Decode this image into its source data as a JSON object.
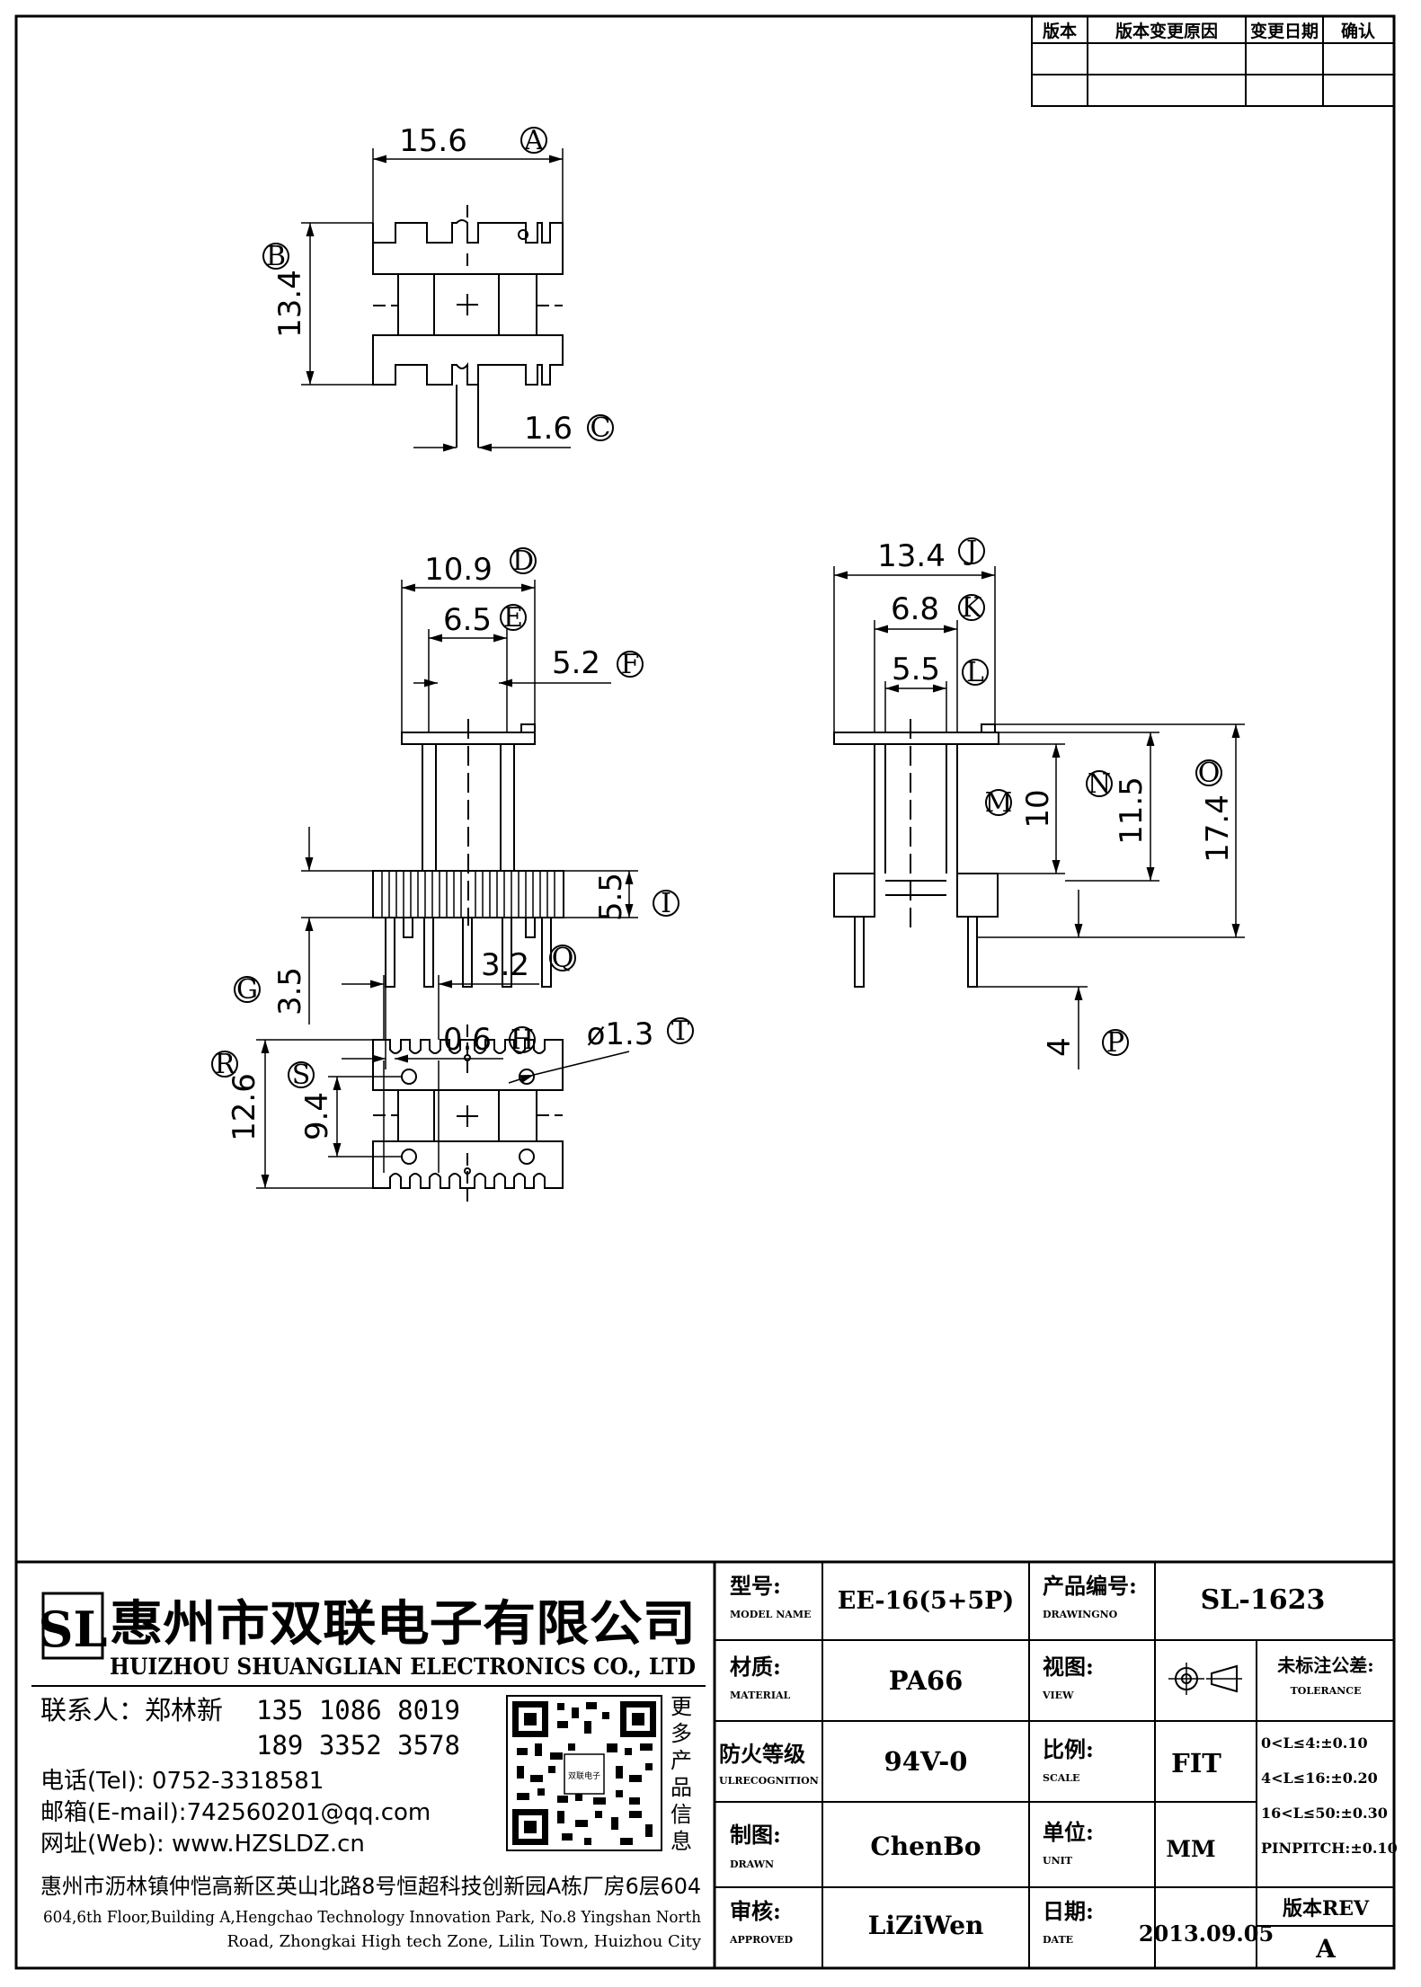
{
  "revision_table": {
    "headers": [
      "版本",
      "版本变更原因",
      "变更日期",
      "确认"
    ]
  },
  "dimensions": {
    "A": {
      "value": "15.6",
      "letter": "A"
    },
    "B": {
      "value": "13.4",
      "letter": "B"
    },
    "C": {
      "value": "1.6",
      "letter": "C"
    },
    "D": {
      "value": "10.9",
      "letter": "D"
    },
    "E": {
      "value": "6.5",
      "letter": "E"
    },
    "F": {
      "value": "5.2",
      "letter": "F"
    },
    "G": {
      "value": "3.5",
      "letter": "G"
    },
    "H": {
      "value": "0.6",
      "letter": "H"
    },
    "I": {
      "value": "5.5",
      "letter": "I"
    },
    "J": {
      "value": "13.4",
      "letter": "J"
    },
    "K": {
      "value": "6.8",
      "letter": "K"
    },
    "L": {
      "value": "5.5",
      "letter": "L"
    },
    "M": {
      "value": "10",
      "letter": "M"
    },
    "N": {
      "value": "11.5",
      "letter": "N"
    },
    "O": {
      "value": "17.4",
      "letter": "O"
    },
    "P": {
      "value": "4",
      "letter": "P"
    },
    "Q": {
      "value": "3.2",
      "letter": "Q"
    },
    "R": {
      "value": "12.6",
      "letter": "R"
    },
    "S": {
      "value": "9.4",
      "letter": "S"
    },
    "T": {
      "value": "ø1.3",
      "letter": "T"
    }
  },
  "company": {
    "logo_letters": "SL",
    "name_cn": "惠州市双联电子有限公司",
    "name_en": "HUIZHOU SHUANGLIAN ELECTRONICS CO., LTD",
    "contact_label": "联系人：郑林新",
    "phone1": "135 1086 8019",
    "phone2": "189 3352 3578",
    "tel": "电话(Tel): 0752-3318581",
    "email": "邮箱(E-mail):742560201@qq.com",
    "web": "网址(Web): www.HZSLDZ.cn",
    "qr_caption": [
      "更",
      "多",
      "产",
      "品",
      "信",
      "息"
    ],
    "qr_center": "双联电子",
    "address_cn": "惠州市沥林镇仲恺高新区英山北路8号恒超科技创新园A栋厂房6层604",
    "address_en_1": "604,6th Floor,Building A,Hengchao Technology Innovation Park, No.8 Yingshan North",
    "address_en_2": "Road, Zhongkai High tech Zone, Lilin Town, Huizhou City"
  },
  "title_block": {
    "model_label": "型号:",
    "model_label_en": "MODEL NAME",
    "model": "EE-16(5+5P)",
    "drawing_label": "产品编号:",
    "drawing_label_en": "DRAWINGNO",
    "drawing_no": "SL-1623",
    "material_label": "材质:",
    "material_label_en": "MATERIAL",
    "material": "PA66",
    "view_label": "视图:",
    "view_label_en": "VIEW",
    "tolerance_label": "未标注公差:",
    "tolerance_label_en": "TOLERANCE",
    "tolerances": [
      "0<L≤4:±0.10",
      "4<L≤16:±0.20",
      "16<L≤50:±0.30",
      "PINPITCH:±0.10"
    ],
    "fire_label": "防火等级",
    "fire_label_en": "ULRECOGNITION",
    "fire": "94V-0",
    "scale_label": "比例:",
    "scale_label_en": "SCALE",
    "scale": "FIT",
    "drawn_label": "制图:",
    "drawn_label_en": "DRAWN",
    "drawn": "ChenBo",
    "unit_label": "单位:",
    "unit_label_en": "UNIT",
    "unit": "MM",
    "approved_label": "审核:",
    "approved_label_en": "APPROVED",
    "approved": "LiZiWen",
    "date_label": "日期:",
    "date_label_en": "DATE",
    "date": "2013.09.05",
    "rev_label": "版本REV",
    "rev": "A"
  }
}
